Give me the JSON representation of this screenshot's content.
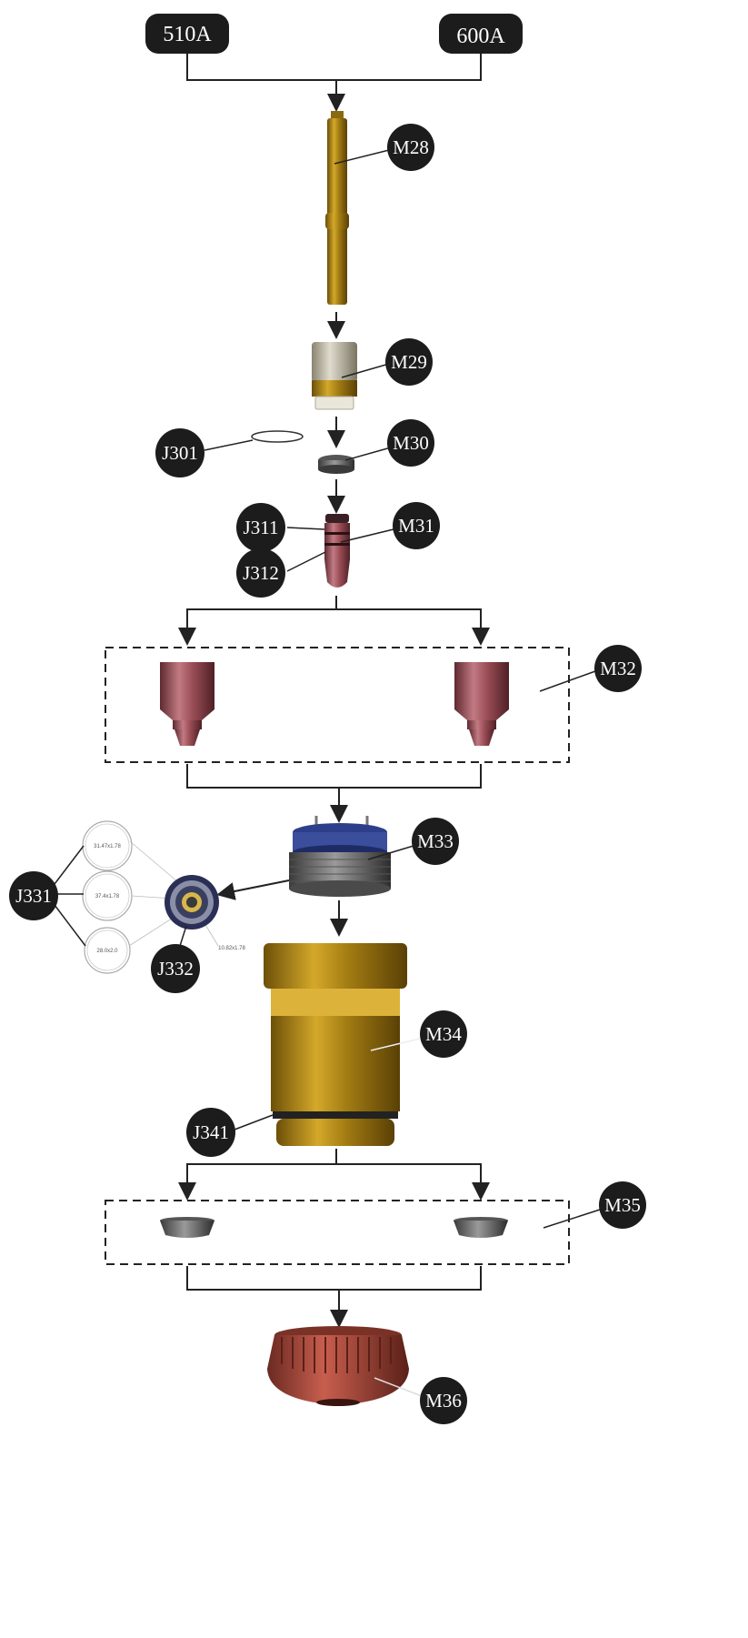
{
  "options": {
    "left": "510A",
    "right": "600A"
  },
  "labels": {
    "m28": "M28",
    "m29": "M29",
    "m30": "M30",
    "j301": "J301",
    "j311": "J311",
    "j312": "J312",
    "m31": "M31",
    "m32": "M32",
    "m33": "M33",
    "j331": "J331",
    "j332": "J332",
    "m34": "M34",
    "j341": "J341",
    "m35": "M35",
    "m36": "M36"
  },
  "oring_specs": {
    "a": "31.47x1.78",
    "b": "37.4x1.78",
    "c": "28.0x2.0",
    "d": "10.82x1.78"
  },
  "colors": {
    "tag_bg": "#1c1c1c",
    "brass": "#b58a1a",
    "copper": "#a4505a",
    "frame": "#222222"
  }
}
